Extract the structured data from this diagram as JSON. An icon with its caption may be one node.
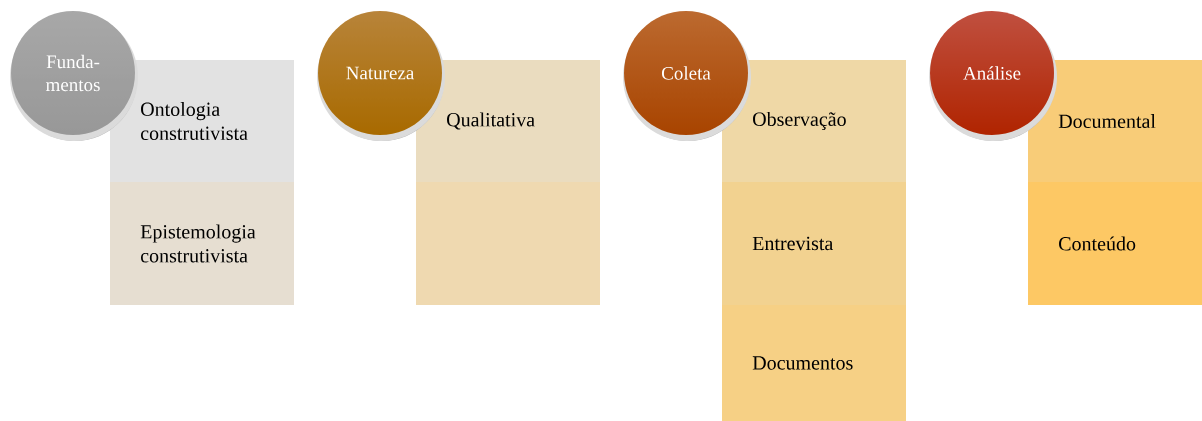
{
  "diagram": {
    "nodes": [
      {
        "text": [
          "Funda- mentos"
        ]
      },
      {
        "text": [
          "Ontologia construtivista"
        ]
      },
      {
        "text": [
          "Epistemologia construtivista"
        ]
      },
      {
        "text": [
          "Natureza"
        ]
      },
      {
        "text": [
          "Qualitativa"
        ]
      },
      {
        "text": [],
        "shape": "box"
      },
      {
        "text": [
          "Coleta"
        ]
      },
      {
        "text": [
          "Observação"
        ]
      },
      {
        "text": [
          "Entrevista"
        ]
      },
      {
        "text": [
          "Documentos"
        ]
      },
      {
        "text": [
          "Análise"
        ]
      },
      {
        "text": [
          "Documental"
        ]
      },
      {
        "text": [
          "Conteúdo"
        ]
      }
    ]
  }
}
